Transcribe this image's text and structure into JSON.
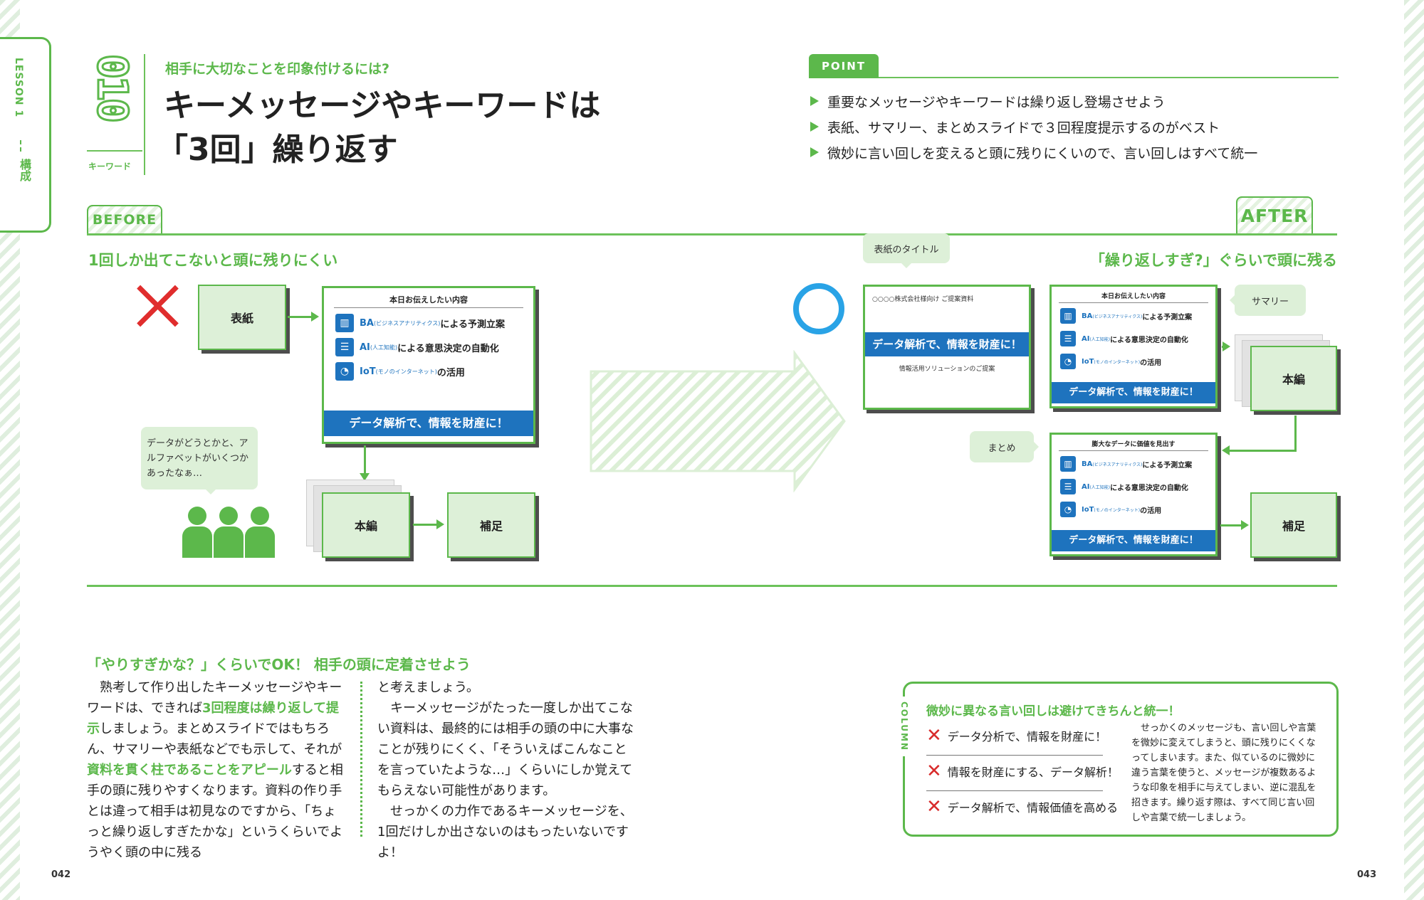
{
  "side": {
    "lesson": "LESSON 1",
    "section": "構成"
  },
  "header": {
    "number": "010",
    "keyword_label": "キーワード",
    "subtitle": "相手に大切なことを印象付けるには?",
    "title_line1": "キーメッセージやキーワードは",
    "title_line2": "「3回」繰り返す"
  },
  "point": {
    "label": "POINT",
    "items": [
      "重要なメッセージやキーワードは繰り返し登場させよう",
      "表紙、サマリー、まとめスライドで３回程度提示するのがベスト",
      "微妙に言い回しを変えると頭に残りにくいので、言い回しはすべて統一"
    ]
  },
  "before": {
    "tag": "BEFORE",
    "heading": "1回しか出てこないと頭に残りにくい",
    "cover_label": "表紙",
    "main_label": "本編",
    "supplement_label": "補足",
    "bubble": "データがどうとかと、アルファベットがいくつかあったなぁ…",
    "slide": {
      "title": "本日お伝えしたい内容",
      "rows": [
        {
          "kw": "BA",
          "small": "(ビジネスアナリティクス)",
          "rest": "による予測立案"
        },
        {
          "kw": "AI",
          "small": "(人工知能)",
          "rest": "による意思決定の自動化"
        },
        {
          "kw": "IoT",
          "small": "(モノのインターネット)",
          "rest": "の活用"
        }
      ],
      "banner": "データ解析で、情報を財産に！"
    }
  },
  "after": {
    "tag": "AFTER",
    "heading": "「繰り返しすぎ?」ぐらいで頭に残る",
    "bubble_title": "表紙のタイトル",
    "bubble_summary": "サマリー",
    "bubble_matome": "まとめ",
    "cover": {
      "client": "○○○○株式会社様向け ご提案資料",
      "banner": "データ解析で、情報を財産に！",
      "sub": "情報活用ソリューションのご提案"
    },
    "summary_slide": {
      "title": "本日お伝えしたい内容",
      "rows": [
        {
          "kw": "BA",
          "small": "(ビジネスアナリティクス)",
          "rest": "による予測立案"
        },
        {
          "kw": "AI",
          "small": "(人工知能)",
          "rest": "による意思決定の自動化"
        },
        {
          "kw": "IoT",
          "small": "(モノのインターネット)",
          "rest": "の活用"
        }
      ],
      "banner": "データ解析で、情報を財産に！"
    },
    "matome_slide": {
      "title": "膨大なデータに価値を見出す",
      "rows": [
        {
          "kw": "BA",
          "small": "(ビジネスアナリティクス)",
          "rest": "による予測立案"
        },
        {
          "kw": "AI",
          "small": "(人工知能)",
          "rest": "による意思決定の自動化"
        },
        {
          "kw": "IoT",
          "small": "(モノのインターネット)",
          "rest": "の活用"
        }
      ],
      "banner": "データ解析で、情報を財産に！"
    },
    "main_label": "本編",
    "supplement_label": "補足"
  },
  "article": {
    "heading": "「やりすぎかな？」くらいでOK！ 相手の頭に定着させよう",
    "col1": [
      {
        "t": "　熟考して作り出したキーメッセージやキーワードは、できれば"
      },
      {
        "t": "3回程度は繰り返して提示",
        "hl": true
      },
      {
        "t": "しましょう。まとめスライドではもちろん、サマリーや表紙などでも示して、それが"
      },
      {
        "t": "資料を貫く柱であることをアピール",
        "hl": true
      },
      {
        "t": "すると相手の頭に残りやすくなります。資料の作り手とは違って相手は初見なのですから、「ちょっと繰り返しすぎたかな」というくらいでようやく頭の中に残る"
      }
    ],
    "col2": "と考えましょう。\n　キーメッセージがたった一度しか出てこない資料は、最終的には相手の頭の中に大事なことが残りにくく、「そういえばこんなことを言っていたような…」くらいにしか覚えてもらえない可能性があります。\n　せっかくの力作であるキーメッセージを、1回だけしか出さないのはもったいないですよ！"
  },
  "column": {
    "label": "COLUMN",
    "heading": "微妙に異なる言い回しは避けてきちんと統一！",
    "items": [
      "データ分析で、情報を財産に！",
      "情報を財産にする、データ解析！",
      "データ解析で、情報価値を高める"
    ],
    "text": "せっかくのメッセージも、言い回しや言葉を微妙に変えてしまうと、頭に残りにくくなってしまいます。また、似ているのに微妙に違う言葉を使うと、メッセージが複数あるような印象を相手に与えてしまい、逆に混乱を招きます。繰り返す際は、すべて同じ言い回しや言葉で統一しましょう。"
  },
  "pages": {
    "left": "042",
    "right": "043"
  }
}
